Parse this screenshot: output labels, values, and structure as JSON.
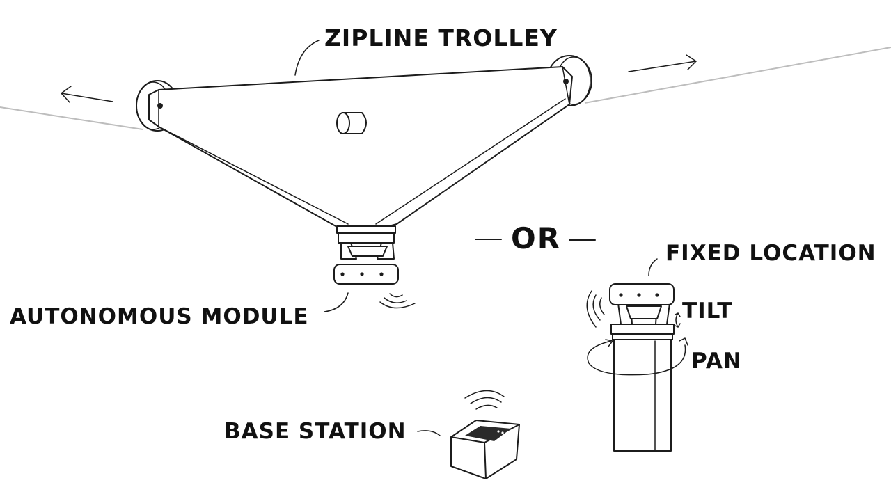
{
  "labels": {
    "zipline_trolley": "ZIPLINE TROLLEY",
    "or": "OR",
    "fixed_location": "FIXED LOCATION",
    "tilt": "TILT",
    "pan": "PAN",
    "autonomous_module": "AUTONOMOUS MODULE",
    "base_station": "BASE STATION"
  },
  "colors": {
    "ink": "#1c1c1c",
    "cable": "#bdbdbd",
    "background": "#ffffff"
  }
}
